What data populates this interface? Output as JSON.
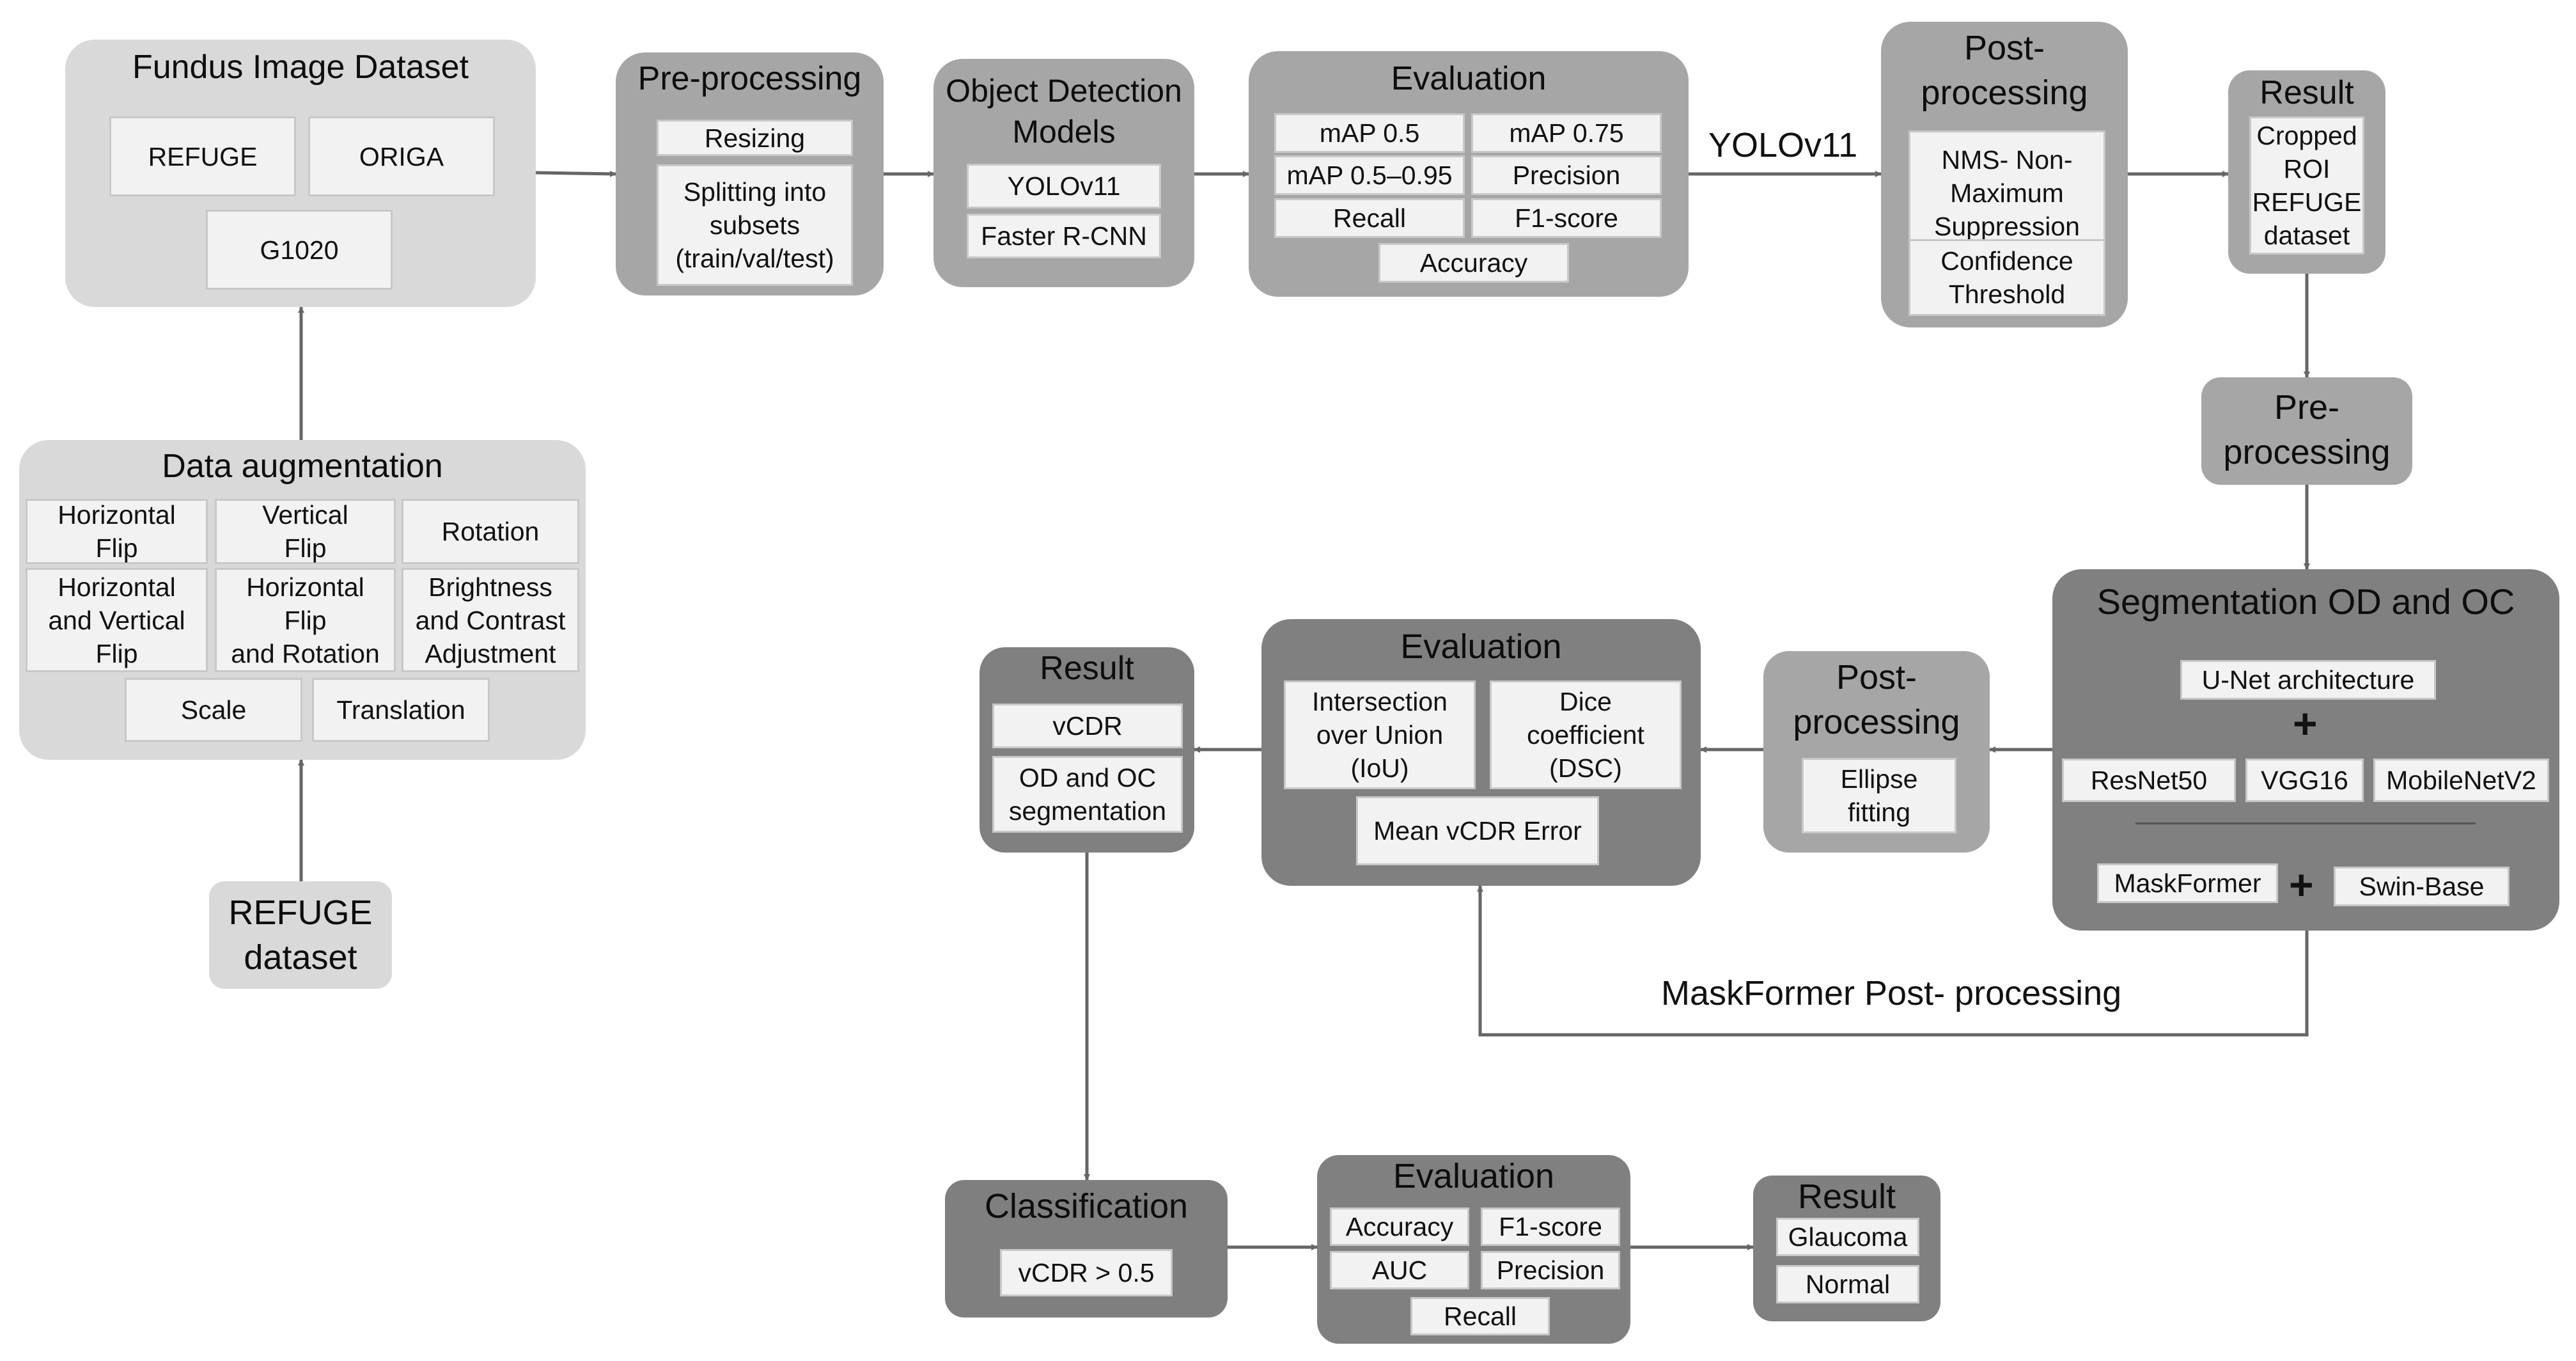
{
  "dataset": {
    "title": "Fundus Image Dataset",
    "items": [
      "REFUGE",
      "ORIGA",
      "G1020"
    ]
  },
  "augmentation": {
    "title": "Data augmentation",
    "items": [
      "Horizontal\nFlip",
      "Vertical\nFlip",
      "Rotation",
      "Horizontal\nand Vertical\nFlip",
      "Horizontal\nFlip\nand Rotation",
      "Brightness\nand Contrast\nAdjustment",
      "Scale",
      "Translation"
    ]
  },
  "refuge_source": {
    "title": "REFUGE\ndataset"
  },
  "preprocessing1": {
    "title": "Pre-processing",
    "items": [
      "Resizing",
      "Splitting into\nsubsets\n(train/val/test)"
    ]
  },
  "detection_models": {
    "title": "Object Detection\nModels",
    "items": [
      "YOLOv11",
      "Faster R-CNN"
    ]
  },
  "evaluation1": {
    "title": "Evaluation",
    "items": [
      "mAP 0.5",
      "mAP 0.75",
      "mAP 0.5–0.95",
      "Precision",
      "Recall",
      "F1-score",
      "Accuracy"
    ]
  },
  "edge_yolo": "YOLOv11",
  "postprocessing1": {
    "title": "Post-\nprocessing",
    "items": [
      "NMS- Non-\nMaximum\nSuppression",
      "Confidence\nThreshold"
    ]
  },
  "result1": {
    "title": "Result",
    "items": [
      "Cropped\nROI\nREFUGE\ndataset"
    ]
  },
  "preprocessing2": {
    "title": "Pre-\nprocessing"
  },
  "segmentation": {
    "title": "Segmentation OD and OC",
    "unet": "U-Net architecture",
    "plus": "+",
    "backbones": [
      "ResNet50",
      "VGG16",
      "MobileNetV2"
    ],
    "maskformer": "MaskFormer",
    "swin": "Swin-Base"
  },
  "postprocessing2": {
    "title": "Post-\nprocessing",
    "items": [
      "Ellipse\nfitting"
    ]
  },
  "evaluation2": {
    "title": "Evaluation",
    "items": [
      "Intersection\nover Union\n(IoU)",
      "Dice\ncoefficient\n(DSC)",
      "Mean vCDR Error"
    ]
  },
  "edge_maskformer": "MaskFormer Post- processing",
  "result2": {
    "title": "Result",
    "items": [
      "vCDR",
      "OD and OC\nsegmentation"
    ]
  },
  "classification": {
    "title": "Classification",
    "items": [
      "vCDR > 0.5"
    ]
  },
  "evaluation3": {
    "title": "Evaluation",
    "items": [
      "Accuracy",
      "F1-score",
      "AUC",
      "Precision",
      "Recall"
    ]
  },
  "result3": {
    "title": "Result",
    "items": [
      "Glaucoma",
      "Normal"
    ]
  }
}
